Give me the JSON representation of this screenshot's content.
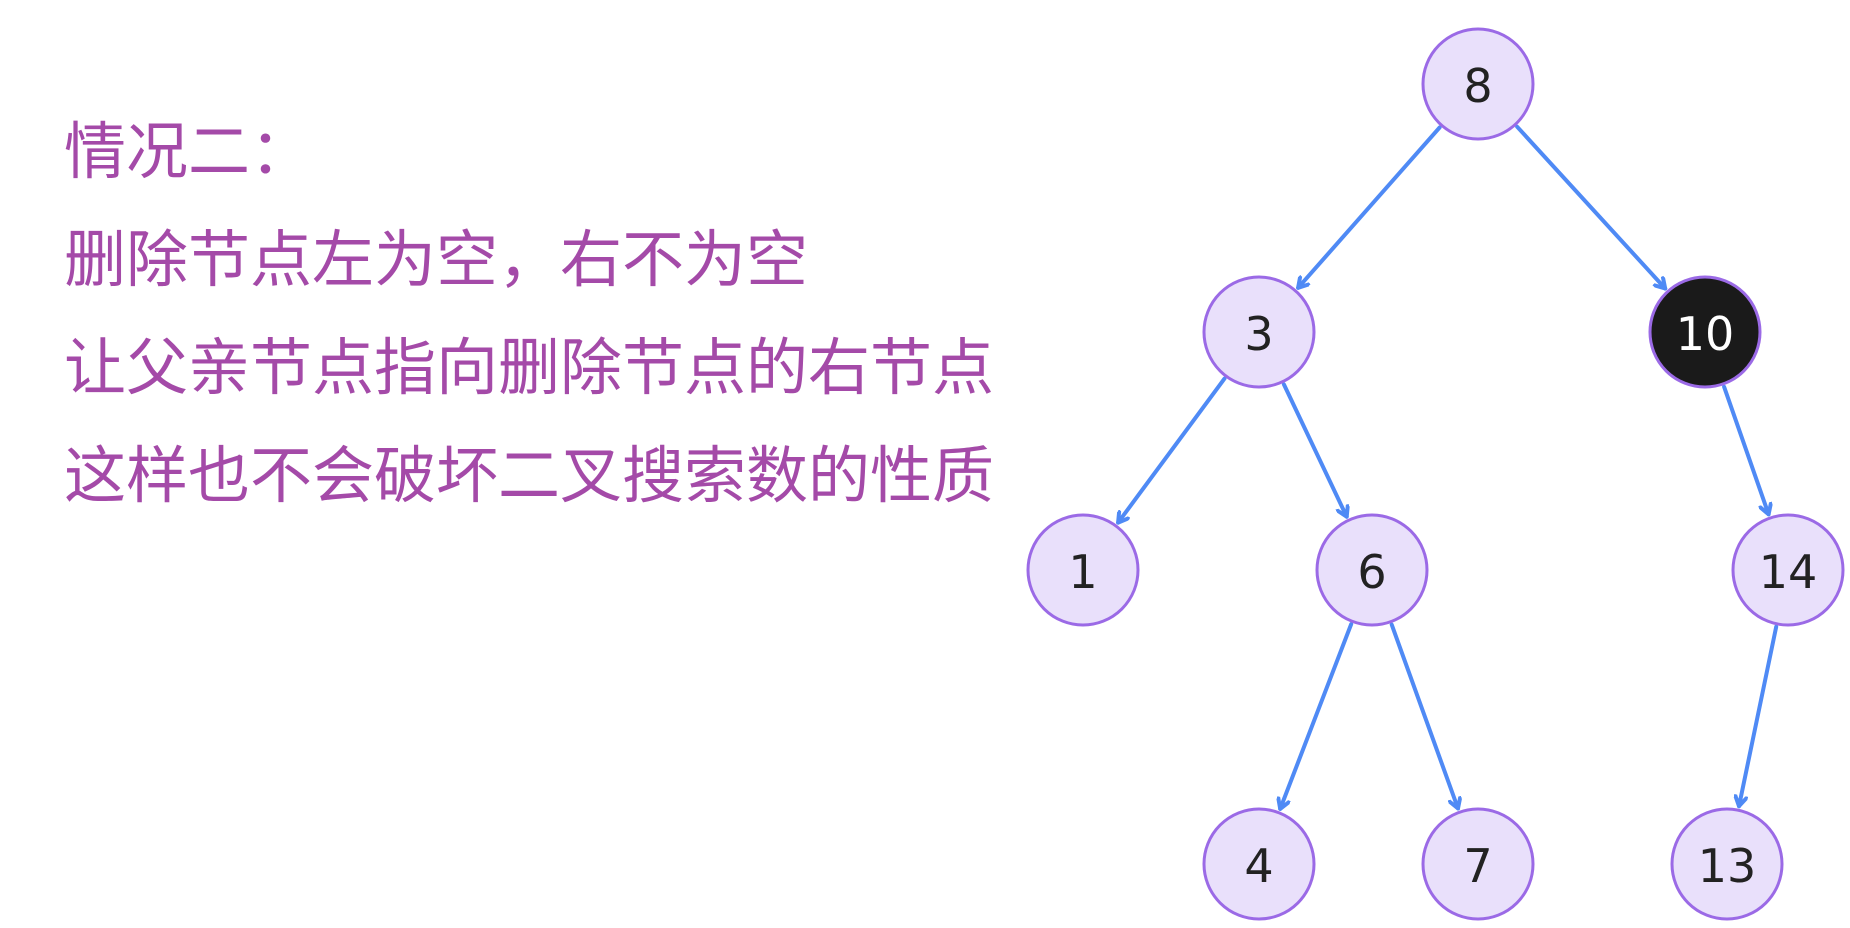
{
  "caption": {
    "lines": [
      "情况二：",
      "删除节点左为空，右不为空",
      "让父亲节点指向删除节点的右节点",
      "这样也不会破坏二叉搜索数的性质"
    ]
  },
  "colors": {
    "caption_text": "#a44aa8",
    "node_fill": "#e9e0fb",
    "node_stroke": "#9b6ae6",
    "highlight_fill": "#1a1a1a",
    "edge": "#4f8af5",
    "node_text": "#222222",
    "highlight_text": "#ffffff"
  },
  "tree": {
    "nodes": [
      {
        "id": "n8",
        "label": "8",
        "highlighted": false
      },
      {
        "id": "n3",
        "label": "3",
        "highlighted": false
      },
      {
        "id": "n10",
        "label": "10",
        "highlighted": true
      },
      {
        "id": "n1",
        "label": "1",
        "highlighted": false
      },
      {
        "id": "n6",
        "label": "6",
        "highlighted": false
      },
      {
        "id": "n14",
        "label": "14",
        "highlighted": false
      },
      {
        "id": "n4",
        "label": "4",
        "highlighted": false
      },
      {
        "id": "n7",
        "label": "7",
        "highlighted": false
      },
      {
        "id": "n13",
        "label": "13",
        "highlighted": false
      }
    ],
    "edges": [
      {
        "from": "n8",
        "to": "n3"
      },
      {
        "from": "n8",
        "to": "n10"
      },
      {
        "from": "n3",
        "to": "n1"
      },
      {
        "from": "n3",
        "to": "n6"
      },
      {
        "from": "n10",
        "to": "n14"
      },
      {
        "from": "n6",
        "to": "n4"
      },
      {
        "from": "n6",
        "to": "n7"
      },
      {
        "from": "n14",
        "to": "n13"
      }
    ]
  }
}
